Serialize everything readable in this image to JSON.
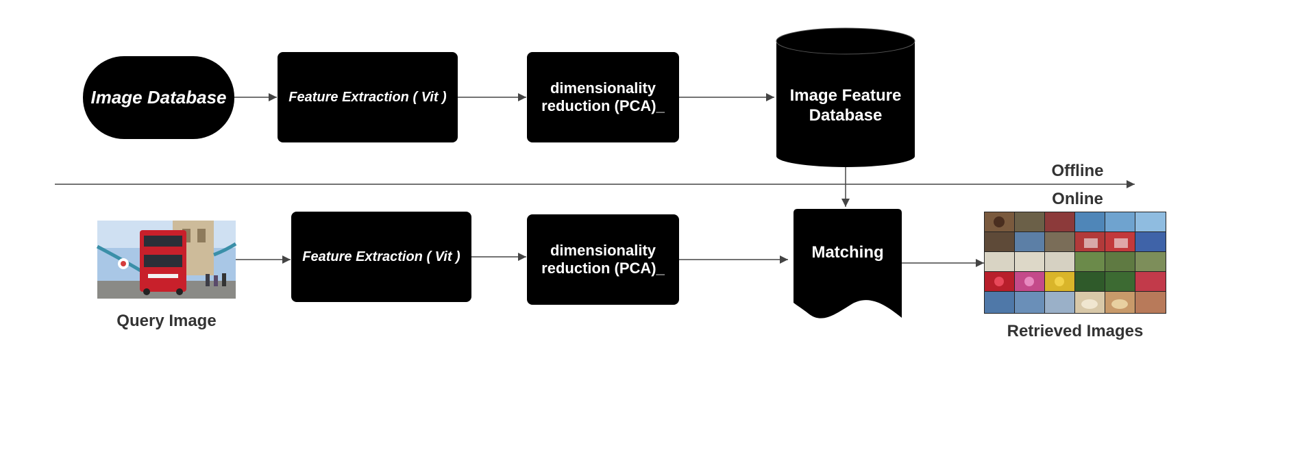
{
  "offline": {
    "source_label": "Image Database",
    "feature_label": "Feature Extraction ( Vit )",
    "pca_label": "dimensionality\nreduction (PCA)_",
    "db_label": "Image Feature\nDatabase"
  },
  "divider": {
    "offline_label": "Offline",
    "online_label": "Online"
  },
  "online": {
    "query_caption": "Query Image",
    "feature_label": "Feature Extraction ( Vit )",
    "pca_label": "dimensionality\nreduction (PCA)_",
    "matching_label": "Matching",
    "retrieved_caption": "Retrieved Images"
  },
  "colors": {
    "node_fill": "#000000",
    "node_text": "#ffffff",
    "edge": "#444444",
    "label_text": "#333333"
  }
}
